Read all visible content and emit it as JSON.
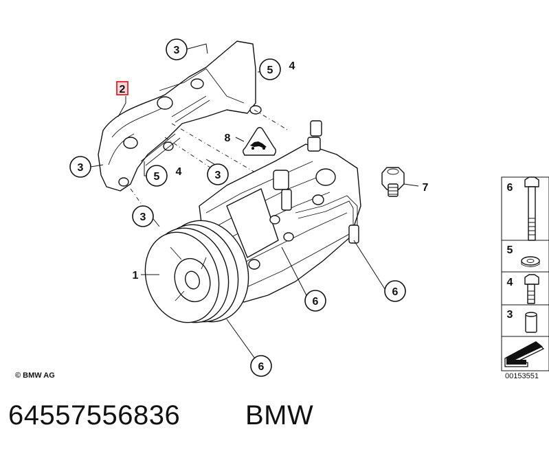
{
  "callouts": {
    "c1": "1",
    "c2": "2",
    "c3a": "3",
    "c3b": "3",
    "c3c": "3",
    "c3d": "3",
    "c4a": "4",
    "c4b": "4",
    "c5a": "5",
    "c5b": "5",
    "c6a": "6",
    "c6b": "6",
    "c6c": "6",
    "c7": "7",
    "c8": "8"
  },
  "legend": {
    "items": [
      {
        "number": "6",
        "icon": "long-bolt-icon"
      },
      {
        "number": "5",
        "icon": "washer-icon"
      },
      {
        "number": "4",
        "icon": "hex-bolt-icon"
      },
      {
        "number": "3",
        "icon": "sleeve-icon"
      }
    ]
  },
  "copyright": "© BMW AG",
  "diagram_id": "00153551",
  "footer": {
    "part_number": "64557556836",
    "brand": "BMW"
  },
  "colors": {
    "highlight": "#e0202a",
    "highlight_fill": "#f6d6d8",
    "ink": "#111111"
  }
}
